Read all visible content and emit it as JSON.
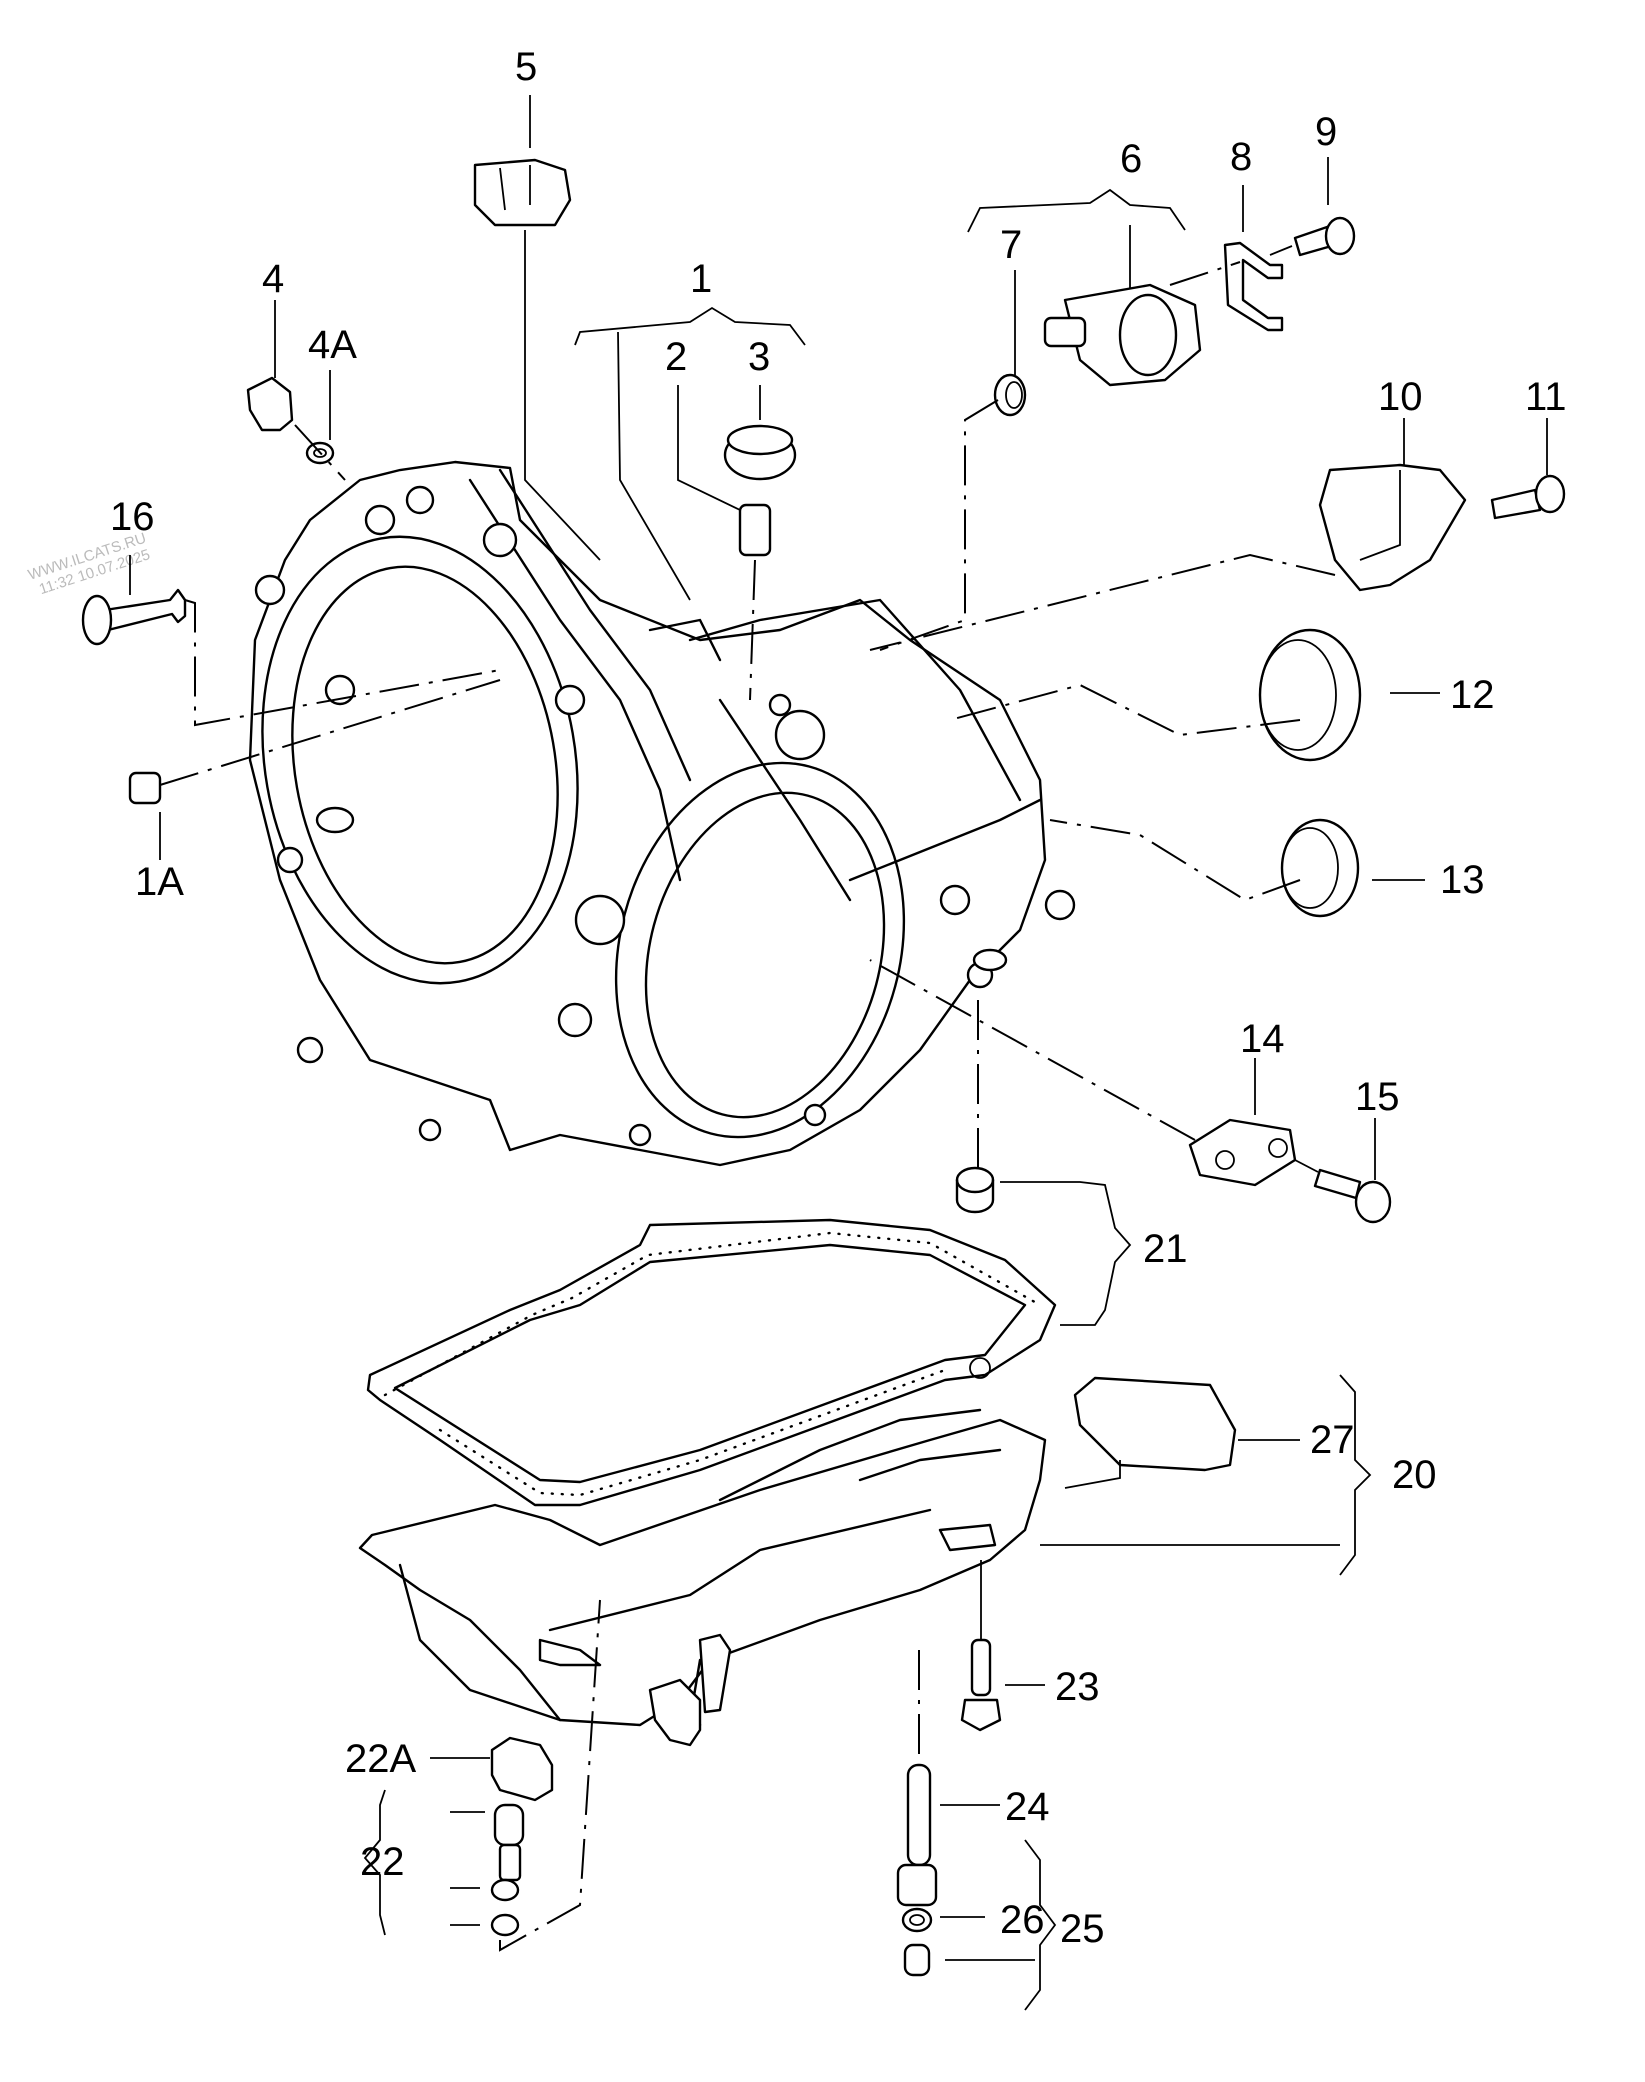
{
  "diagram": {
    "title": "Transmission housing and oil pan exploded view",
    "watermark": {
      "line1": "WWW.ILCATS.RU",
      "line2": "11:32 10.07.2025"
    },
    "callouts": [
      {
        "id": "1",
        "label": "1"
      },
      {
        "id": "1A",
        "label": "1A"
      },
      {
        "id": "2",
        "label": "2"
      },
      {
        "id": "3",
        "label": "3"
      },
      {
        "id": "4",
        "label": "4"
      },
      {
        "id": "4A",
        "label": "4A"
      },
      {
        "id": "5",
        "label": "5"
      },
      {
        "id": "6",
        "label": "6"
      },
      {
        "id": "7",
        "label": "7"
      },
      {
        "id": "8",
        "label": "8"
      },
      {
        "id": "9",
        "label": "9"
      },
      {
        "id": "10",
        "label": "10"
      },
      {
        "id": "11",
        "label": "11"
      },
      {
        "id": "12",
        "label": "12"
      },
      {
        "id": "13",
        "label": "13"
      },
      {
        "id": "14",
        "label": "14"
      },
      {
        "id": "15",
        "label": "15"
      },
      {
        "id": "16",
        "label": "16"
      },
      {
        "id": "20",
        "label": "20"
      },
      {
        "id": "21",
        "label": "21"
      },
      {
        "id": "22",
        "label": "22"
      },
      {
        "id": "22A",
        "label": "22A"
      },
      {
        "id": "23",
        "label": "23"
      },
      {
        "id": "24",
        "label": "24"
      },
      {
        "id": "25",
        "label": "25"
      },
      {
        "id": "26",
        "label": "26"
      },
      {
        "id": "27",
        "label": "27"
      }
    ]
  }
}
